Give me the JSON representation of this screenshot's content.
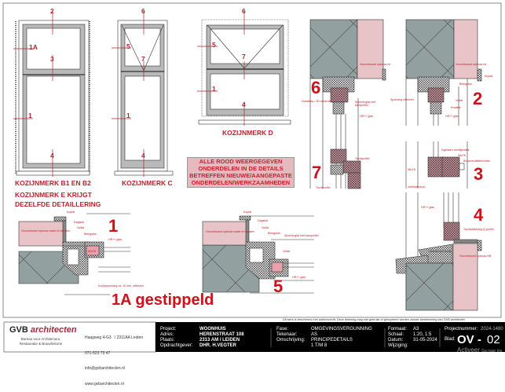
{
  "elevations": {
    "b1b2": {
      "title": "KOZIJNMERK B1 EN B2",
      "marks": [
        "2",
        "1A",
        "3",
        "1",
        "4"
      ]
    },
    "c": {
      "title": "KOZIJNMERK C",
      "marks": [
        "6",
        "5",
        "7",
        "1",
        "4"
      ]
    },
    "d": {
      "title": "KOZIJNMERK D",
      "marks": [
        "6",
        "5",
        "7",
        "1",
        "4"
      ]
    },
    "e_note": [
      "KOZIJNMERK E KRIJGT",
      "DEZELFDE DETAILLERING"
    ]
  },
  "red_note": [
    "ALLE ROOD WEERGEGEVEN",
    "ONDERDELEN IN DE DETAILS",
    "BETREFFEN NIEUWE/AANGEPASTE",
    "ONDERDELEN/WERKZAAMHEDEN"
  ],
  "details": {
    "d1": {
      "number": "1",
      "sub_label": "1A gestippeld",
      "labels": [
        "Kopiat",
        "Dagstuk",
        "Vulfat",
        "Belegstuk",
        "HR++ glas",
        "56x78",
        "Voorzetwand opbouw nader te bepalen",
        "Kozijnsponning ca. 10 mm. uitfrezen"
      ]
    },
    "d5": {
      "number": "5",
      "labels": [
        "Kopiat",
        "Dagstuk",
        "Vulfat",
        "Belegstuk",
        "Sponninglat met kamprofiel",
        "Vulfat",
        "HR++ glas",
        "Voorzetwand opbouw nader te bepalen"
      ]
    },
    "d6": {
      "number": "6",
      "labels": [
        "Voorzetwand opbouw nb",
        "Draaikiep-/ 3D scharnier",
        "Sponninglat met kamprofiel",
        "HR++ glas"
      ]
    },
    "d2": {
      "number": "2",
      "labels": [
        "Voorzetwand opbouw nb",
        "Kopiat",
        "Belegstuk",
        "Sponning uitfrezen",
        "Vulfat",
        "Kraaltat",
        "HR++ glas"
      ]
    },
    "d7": {
      "number": "7",
      "labels": [
        "Tochtprofiel",
        "Tochtprofiel",
        "56x67",
        "56x123"
      ]
    },
    "d3": {
      "number": "3",
      "labels": [
        "Ingelaten tochtlijstrails",
        "56x78",
        "Bouwventilatierooster",
        "56x78",
        "Ventilatieduur"
      ]
    },
    "d4": {
      "number": "4",
      "labels": [
        "HR++ glas",
        "Tochtafdichting Q-profiel",
        "Onderdorpel kozijn",
        "Voorzetwand opbouw HB"
      ]
    }
  },
  "copyright": "Dit werk is beschermd met auteursrecht. Deze tekening mag niet gebruikt of gekopieerd worden zonder toestemming van GVB architecten",
  "title_block": {
    "company": {
      "name1": "GVB",
      "name2": "architecten",
      "tag1": "Bureau voor Architectuur,",
      "tag2": "Restauratie & Bouwhistorie"
    },
    "contact": [
      "Haagweg 4-G3   / 2311AA Leiden",
      "071-523 73 47",
      "info@gvbarchitecten.nl",
      "www.gvbarchitecten.nl"
    ],
    "project": [
      {
        "k": "Project:",
        "v": "WOONHUIS"
      },
      {
        "k": "Adres:",
        "v": "HERENSTRAAT 108"
      },
      {
        "k": "Plaats:",
        "v": "2313 AM / LEIDEN"
      },
      {
        "k": "Opdrachtgever:",
        "v": "DHR. H.VEGTER"
      }
    ],
    "phase": [
      {
        "k": "Fase:",
        "v": "OMGEVINGSVERGUNNING"
      },
      {
        "k": "Tekenaar:",
        "v": "AS"
      },
      {
        "k": "Omschrijving:",
        "v": "PRINCIPEDETAILS"
      },
      {
        "k": "",
        "v": "1 T/M 8"
      }
    ],
    "format": [
      {
        "k": "Formaat:",
        "v": "A3"
      },
      {
        "k": "Schaal:",
        "v": "1:20, 1:5"
      },
      {
        "k": "Datum:",
        "v": "31-05-2024"
      },
      {
        "k": "Wijziging:",
        "v": ""
      }
    ],
    "project_number_label": "Projectnummer:",
    "project_number": "2024-1480",
    "sheet_label": "Blad:",
    "sheet_prefix": "OV -",
    "sheet_number": "02"
  },
  "watermark": [
    "Activeer",
    "Ga naar Ins"
  ],
  "colors": {
    "red": "#c8232c",
    "pink": "#e8c3c8",
    "concrete": "#93a0a0",
    "black": "#000000"
  }
}
